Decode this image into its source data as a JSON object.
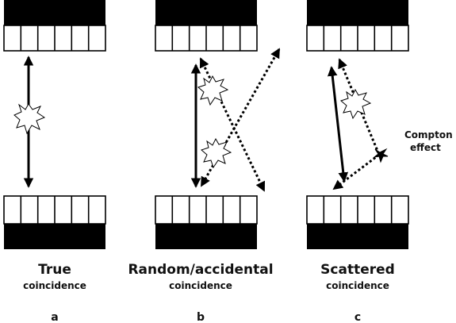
{
  "panels": [
    {
      "id": "a",
      "title": "True",
      "subtitle": "coincidence",
      "letter": "a"
    },
    {
      "id": "b",
      "title": "Random/accidental",
      "subtitle": "coincidence",
      "letter": "b"
    },
    {
      "id": "c",
      "title": "Scattered",
      "subtitle": "coincidence",
      "letter": "c"
    }
  ],
  "side_label": {
    "line1": "Compton",
    "line2": "effect"
  },
  "detector_cells_per_row": 6,
  "colors": {
    "detector_block": "#000000",
    "cell_border": "#000000",
    "burst_fill": "#ffffff"
  },
  "icons": [
    "annihilation-burst-icon",
    "scatter-point-icon",
    "arrow-icon"
  ]
}
